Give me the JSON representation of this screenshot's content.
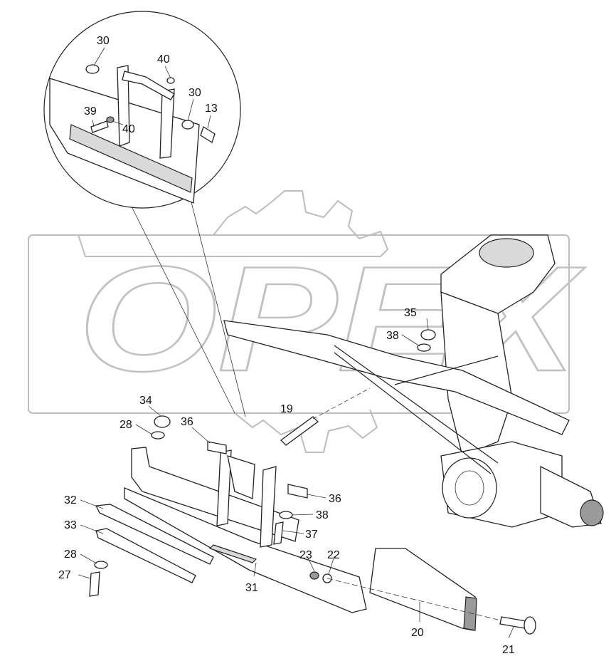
{
  "corner_mark": "",
  "watermark": {
    "text": "OPEX"
  },
  "callouts": [
    {
      "id": "c30a",
      "text": "30"
    },
    {
      "id": "c40a",
      "text": "40"
    },
    {
      "id": "c30b",
      "text": "30"
    },
    {
      "id": "c13",
      "text": "13"
    },
    {
      "id": "c39",
      "text": "39"
    },
    {
      "id": "c40b",
      "text": "40"
    },
    {
      "id": "c35",
      "text": "35"
    },
    {
      "id": "c38a",
      "text": "38"
    },
    {
      "id": "c19",
      "text": "19"
    },
    {
      "id": "c34",
      "text": "34"
    },
    {
      "id": "c28a",
      "text": "28"
    },
    {
      "id": "c36a",
      "text": "36"
    },
    {
      "id": "c36b",
      "text": "36"
    },
    {
      "id": "c38b",
      "text": "38"
    },
    {
      "id": "c37",
      "text": "37"
    },
    {
      "id": "c32",
      "text": "32"
    },
    {
      "id": "c33",
      "text": "33"
    },
    {
      "id": "c23",
      "text": "23"
    },
    {
      "id": "c22",
      "text": "22"
    },
    {
      "id": "c28b",
      "text": "28"
    },
    {
      "id": "c27",
      "text": "27"
    },
    {
      "id": "c31",
      "text": "31"
    },
    {
      "id": "c20",
      "text": "20"
    },
    {
      "id": "c21",
      "text": "21"
    }
  ]
}
